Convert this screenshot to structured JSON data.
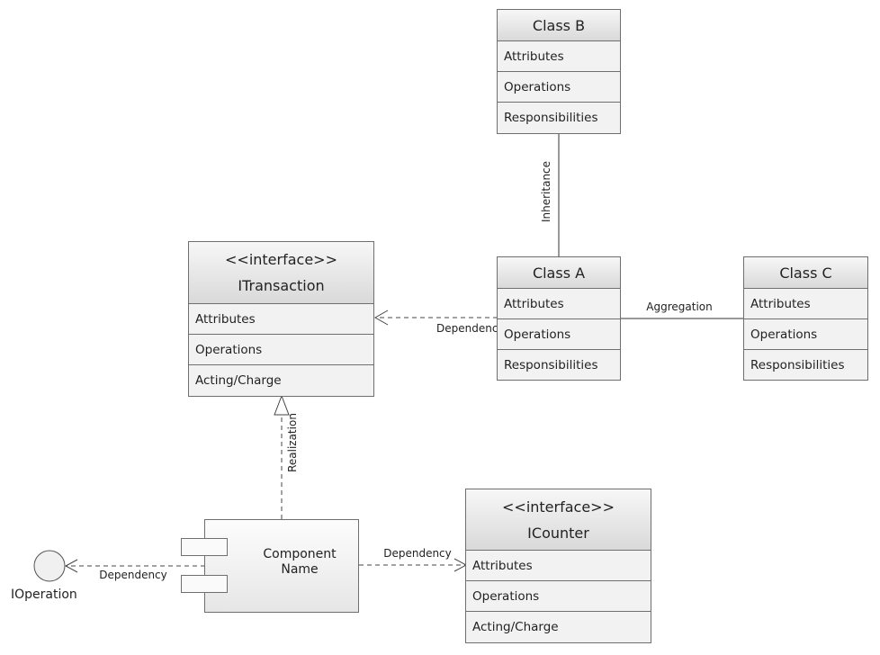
{
  "class_b": {
    "title": "Class B",
    "rows": [
      "Attributes",
      "Operations",
      "Responsibilities"
    ]
  },
  "class_a": {
    "title": "Class A",
    "rows": [
      "Attributes",
      "Operations",
      "Responsibilities"
    ]
  },
  "class_c": {
    "title": "Class C",
    "rows": [
      "Attributes",
      "Operations",
      "Responsibilities"
    ]
  },
  "itransaction": {
    "stereotype": "<<interface>>",
    "title": "ITransaction",
    "rows": [
      "Attributes",
      "Operations",
      "Acting/Charge"
    ]
  },
  "icounter": {
    "stereotype": "<<interface>>",
    "title": "ICounter",
    "rows": [
      "Attributes",
      "Operations",
      "Acting/Charge"
    ]
  },
  "component": {
    "line1": "Component",
    "line2": "Name"
  },
  "ioperation": {
    "label": "IOperation"
  },
  "connectors": {
    "inheritance": "Inheritance",
    "aggregation": "Aggregation",
    "dependency_a_to_itransaction": "Dependency",
    "realization": "Realization",
    "dependency_component_to_icounter": "Dependency",
    "dependency_component_to_ioperation": "Dependency"
  }
}
